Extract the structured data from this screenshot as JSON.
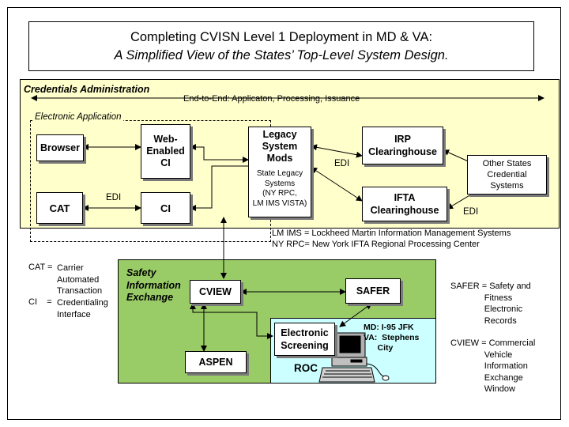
{
  "title": {
    "line1": "Completing CVISN Level 1 Deployment in MD & VA:",
    "line2": "A Simplified View of the States’ Top-Level System Design."
  },
  "credentials": {
    "label": "Credentials Administration",
    "end_to_end": "End-to-End:  Applicaton, Processing, Issuance",
    "electronic_application": "Electronic Application"
  },
  "nodes": {
    "browser": "Browser",
    "web_enabled_ci": "Web-\nEnabled\nCI",
    "cat": "CAT",
    "ci": "CI",
    "legacy": "Legacy\nSystem\nMods",
    "state_legacy": "State Legacy\nSystems\n(NY RPC,\nLM IMS VISTA)",
    "irp": "IRP\nClearinghouse",
    "ifta": "IFTA\nClearinghouse",
    "other_states": "Other States\nCredential\nSystems",
    "cview": "CVIEW",
    "safer": "SAFER",
    "electronic_screening": "Electronic\nScreening",
    "aspen": "ASPEN",
    "roc": "ROC"
  },
  "edge_labels": {
    "edi_cat": "EDI",
    "edi_legacy": "EDI",
    "edi_ifta": "EDI"
  },
  "notes": {
    "lm_ims": "LM IMS = Lockheed Martin Information Management Systems",
    "ny_rpc": "NY RPC= New York IFTA Regional Processing Center",
    "cat_def_term": "CAT = ",
    "cat_def_text": "Carrier\nAutomated\nTransaction",
    "ci_def_term": "CI    = ",
    "ci_def_text": "Credentialing\nInterface",
    "sie": "Safety\nInformation\nExchange",
    "site": "MD: I-95 JFK\nVA:  Stephens\n      City",
    "safer_def": "SAFER = Safety and\n              Fitness\n              Electronic\n              Records",
    "cview_def": "CVIEW = Commercial\n              Vehicle\n              Information\n              Exchange\n              Window"
  },
  "colors": {
    "credentials_bg": "#ffffcc",
    "safety_bg": "#99cc66",
    "screening_bg": "#ccffff"
  }
}
